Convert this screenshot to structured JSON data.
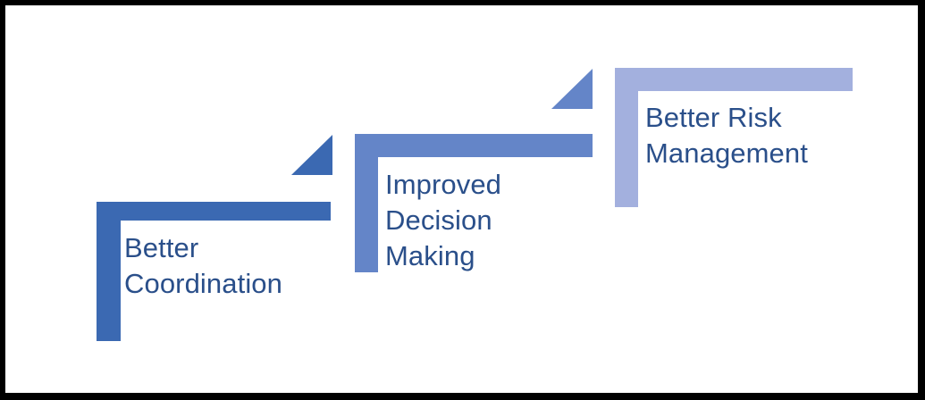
{
  "diagram": {
    "type": "staircase-steps",
    "title": "",
    "frame": {
      "border_color": "#000000",
      "background_color": "#ffffff"
    },
    "text_color": "#2a4f8a",
    "steps": [
      {
        "id": "step-1",
        "order": 1,
        "label": "Better\nCoordination",
        "line1": "Better",
        "line2": "Coordination",
        "color": "#3b69b2",
        "has_riser": true,
        "riser_name": "riser-triangle-1"
      },
      {
        "id": "step-2",
        "order": 2,
        "label": "Improved\nDecision\nMaking",
        "line1": "Improved",
        "line2": "Decision",
        "line3": "Making",
        "color": "#6485c8",
        "has_riser": true,
        "riser_name": "riser-triangle-2"
      },
      {
        "id": "step-3",
        "order": 3,
        "label": "Better Risk\nManagement",
        "line1": "Better Risk",
        "line2": "Management",
        "color": "#a3b0de",
        "has_riser": false,
        "riser_name": ""
      }
    ]
  }
}
